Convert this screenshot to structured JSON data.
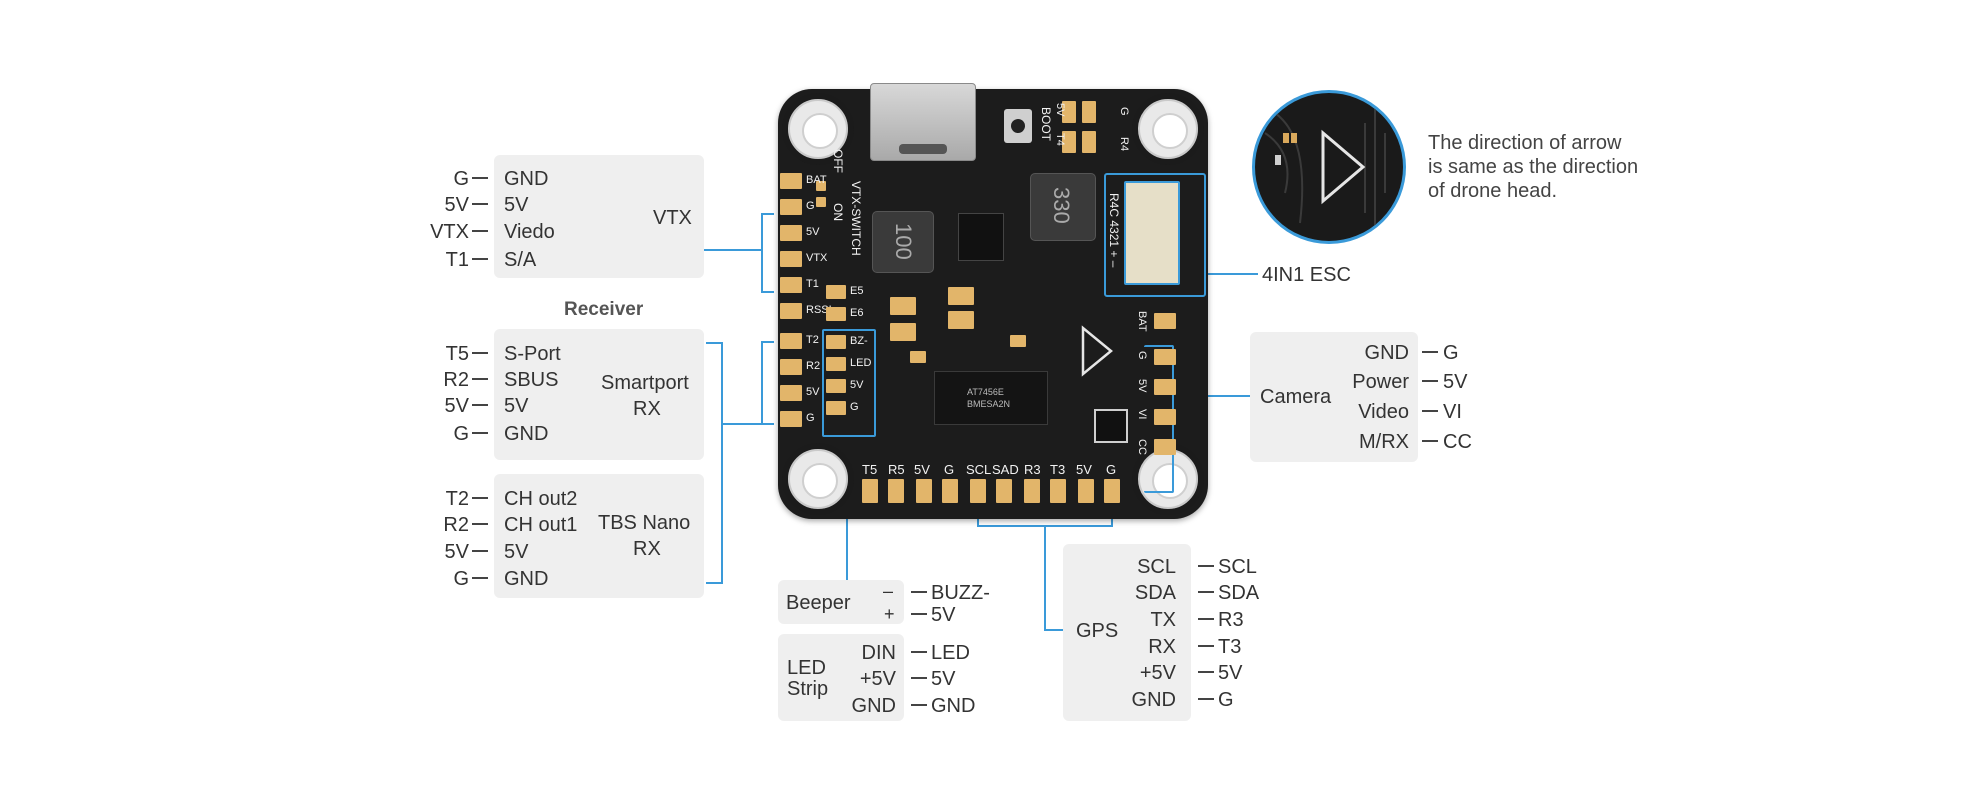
{
  "vtx": {
    "pins": [
      "G",
      "5V",
      "VTX",
      "T1"
    ],
    "signals": [
      "GND",
      "5V",
      "Viedo",
      "S/A"
    ],
    "title": "VTX"
  },
  "receiver_heading": "Receiver",
  "smartport": {
    "pins": [
      "T5",
      "R2",
      "5V",
      "G"
    ],
    "signals": [
      "S-Port",
      "SBUS",
      "5V",
      "GND"
    ],
    "title_line1": "Smartport",
    "title_line2": "RX"
  },
  "tbs": {
    "pins": [
      "T2",
      "R2",
      "5V",
      "G"
    ],
    "signals": [
      "CH out2",
      "CH out1",
      "5V",
      "GND"
    ],
    "title_line1": "TBS Nano",
    "title_line2": "RX"
  },
  "beeper": {
    "title": "Beeper",
    "signals": [
      "–",
      "+"
    ],
    "pins": [
      "BUZZ-",
      "5V"
    ]
  },
  "led_strip": {
    "title_line1": "LED",
    "title_line2": "Strip",
    "signals": [
      "DIN",
      "+5V",
      "GND"
    ],
    "pins": [
      "LED",
      "5V",
      "GND"
    ]
  },
  "gps": {
    "title": "GPS",
    "signals": [
      "SCL",
      "SDA",
      "TX",
      "RX",
      "+5V",
      "GND"
    ],
    "pins": [
      "SCL",
      "SDA",
      "R3",
      "T3",
      "5V",
      "G"
    ]
  },
  "camera": {
    "title": "Camera",
    "signals": [
      "GND",
      "Power",
      "Video",
      "M/RX"
    ],
    "pins": [
      "G",
      "5V",
      "VI",
      "CC"
    ]
  },
  "esc_label": "4IN1 ESC",
  "arrow_note": {
    "line1": "The direction of arrow",
    "line2": "is same as the direction",
    "line3": "of drone head."
  },
  "board": {
    "bottom_pads": [
      "T5",
      "R5",
      "5V",
      "G",
      "SCL",
      "SAD",
      "R3",
      "T3",
      "5V",
      "G"
    ],
    "left_col_a": [
      "BAT",
      "G",
      "5V",
      "VTX",
      "T1",
      "RSSI",
      "T2",
      "R2",
      "5V",
      "G"
    ],
    "left_col_b": [
      "E5",
      "E6",
      "BZ-",
      "LED",
      "5V",
      "G"
    ],
    "vtx_switch": "VTX-SWITCH",
    "off_label": "OFF",
    "on_label": "ON",
    "right_pads": [
      "BAT",
      "G",
      "5V",
      "VI",
      "CC"
    ],
    "top_right_col1": [
      "5V",
      "T4"
    ],
    "top_right_col2": [
      "G",
      "R4"
    ],
    "boot_label": "BOOT",
    "esc_connector_label": "R4C 4321 + –",
    "inductor_label": "100",
    "inductor2_label": "330",
    "chip_line1": "AT7456E",
    "chip_line2": "BMESA2N"
  },
  "colors": {
    "accent_line": "#3a9ad9",
    "board": "#1c1c1c",
    "pad": "#e2b56a",
    "box": "#efefef"
  }
}
